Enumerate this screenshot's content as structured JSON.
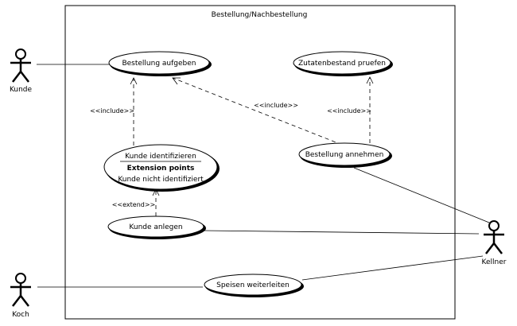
{
  "system": {
    "title": "Bestellung/Nachbestellung"
  },
  "actors": {
    "kunde": "Kunde",
    "koch": "Koch",
    "kellner": "Kellner"
  },
  "use_cases": {
    "bestellung_aufgeben": "Bestellung aufgeben",
    "zutatenbestand_pruefen": "Zutatenbestand pruefen",
    "kunde_identifizieren": "Kunde identifizieren",
    "extension_points_header": "Extension points",
    "extension_point_1": "Kunde nicht identifiziert",
    "bestellung_annehmen": "Bestellung annehmen",
    "kunde_anlegen": "Kunde anlegen",
    "speisen_weiterleiten": "Speisen weiterleiten"
  },
  "stereotypes": {
    "include_left": "<<include>>",
    "include_middle": "<<include>>",
    "include_right": "<<include>>",
    "extend": "<<extend>>"
  }
}
